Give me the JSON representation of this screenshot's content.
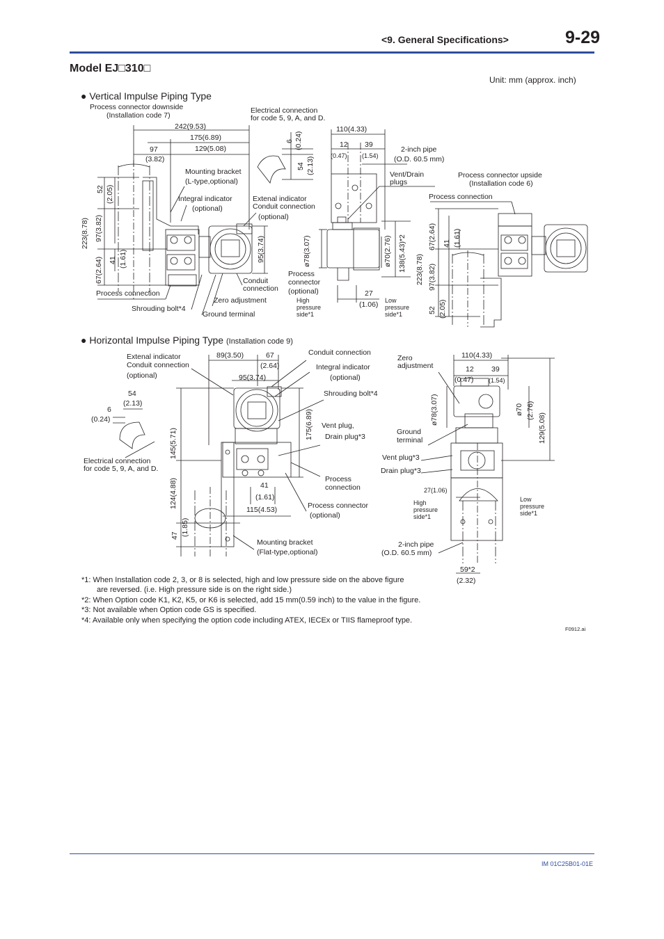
{
  "header": {
    "section": "<9.  General Specifications>",
    "page_number": "9-29"
  },
  "model_title": "Model EJ□310□",
  "unit_note": "Unit: mm (approx. inch)",
  "colors": {
    "accent": "#2e4d9e",
    "text": "#231f20"
  },
  "vertical": {
    "heading": "● Vertical Impulse Piping Type",
    "labels": {
      "proc_down_1": "Process connector downside",
      "proc_down_2": "(Installation code 7)",
      "elec_1": "Electrical connection",
      "elec_2": "for code 5, 9, A, and D.",
      "dim_242": "242(9.53)",
      "dim_175": "175(6.89)",
      "dim_129": "129(5.08)",
      "dim_97": "97",
      "dim_382": "(3.82)",
      "mount_1": "Mounting bracket",
      "mount_2": "(L-type,optional)",
      "integ_1": "Integral indicator",
      "integ_2": "(optional)",
      "ext_1": "Extenal indicator",
      "ext_2": "Conduit connection",
      "ext_3": "(optional)",
      "dim_110": "110(4.33)",
      "dim_12": "12",
      "dim_047": "(0.47)",
      "dim_39": "39",
      "dim_154": "(1.54)",
      "pipe_1": "2-inch pipe",
      "pipe_2": "(O.D. 60.5 mm)",
      "vent_1": "Vent/Drain",
      "vent_2": "plugs",
      "proc_up_1": "Process connector upside",
      "proc_up_2": "(Installation code 6)",
      "proc_conn_r": "Process connection",
      "conduit_1": "Conduit",
      "conduit_2": "connection",
      "proc_conn_l": "Process connection",
      "shroud": "Shrouding bolt*4",
      "zero": "Zero adjustment",
      "ground": "Ground terminal",
      "pconn_1": "Process",
      "pconn_2": "connector",
      "pconn_3": "(optional)",
      "high_1": "High",
      "high_2": "pressure",
      "high_3": "side*1",
      "dim_27": "27",
      "dim_106": "(1.06)",
      "low_1": "Low",
      "low_2": "pressure",
      "low_3": "side*1",
      "v_6": "6",
      "v_024": "(0.24)",
      "v_54": "54",
      "v_213": "(2.13)",
      "v_52": "52",
      "v_205": "(2.05)",
      "v_223": "223(8.78)",
      "v_97382": "97(3.82)",
      "v_67264": "67(2.64)",
      "v_41": "41",
      "v_161": "(1.61)",
      "v_95": "95(3.74)",
      "v_d78": "ø78(3.07)",
      "v_d70": "ø70(2.76)",
      "v_138": "138(5.43)*2",
      "v_223r": "223(8.78)",
      "v_97r": "97(3.82)",
      "v_52r": "52",
      "v_205r": "(2.05)",
      "v_67r": "67(2.64)",
      "v_41r": "41",
      "v_161r": "(1.61)"
    }
  },
  "horizontal": {
    "heading": "● Horizontal Impulse Piping Type",
    "heading_code": "(Installation code 9)",
    "labels": {
      "ext_1": "Extenal indicator",
      "ext_2": "Conduit connection",
      "ext_3": "(optional)",
      "dim_89": "89(3.50)",
      "dim_67": "67",
      "dim_264": "(2.64)",
      "dim_95": "95(3.74)",
      "conduit": "Conduit connection",
      "integ_1": "Integral indicator",
      "integ_2": "(optional)",
      "shroud": "Shrouding bolt*4",
      "dim_54": "54",
      "dim_213": "(2.13)",
      "dim_6": "6",
      "dim_024": "(0.24)",
      "vent_1": "Vent plug,",
      "vent_2": "Drain plug*3",
      "elec_1": "Electrical connection",
      "elec_2": "for code 5, 9, A, and D.",
      "proc_1": "Process",
      "proc_2": "connection",
      "dim_41": "41",
      "dim_161": "(1.61)",
      "pconn_1": "Process connector",
      "pconn_2": "(optional)",
      "dim_115": "115(4.53)",
      "mount_1": "Mounting bracket",
      "mount_2": "(Flat-type,optional)",
      "zero_1": "Zero",
      "zero_2": "adjustment",
      "dim_110": "110(4.33)",
      "dim_12": "12",
      "dim_047": "(0.47)",
      "dim_39": "39",
      "dim_154": "(1.54)",
      "ground_1": "Ground",
      "ground_2": "terminal",
      "ventplug": "Vent plug*3",
      "drainplug": "Drain plug*3",
      "dim_27": "27(1.06)",
      "high_1": "High",
      "high_2": "pressure",
      "high_3": "side*1",
      "low_1": "Low",
      "low_2": "pressure",
      "low_3": "side*1",
      "pipe_1": "2-inch pipe",
      "pipe_2": "(O.D. 60.5 mm)",
      "dim_59": "59*2",
      "dim_232": "(2.32)",
      "v_145": "145(5.71)",
      "v_124": "124(4.88)",
      "v_47": "47",
      "v_185": "(1.85)",
      "v_175": "175(6.89)",
      "v_d78": "ø78(3.07)",
      "v_d70": "ø70",
      "v_276": "(2.76)",
      "v_129": "129(5.08)"
    }
  },
  "notes": [
    "*1:  When Installation code 2, 3, or 8 is selected, high and low pressure side on the above figure",
    "are reversed. (i.e.  High pressure side is on the right side.)",
    "*2:  When Option code K1, K2, K5, or K6 is selected, add 15 mm(0.59 inch) to the value in the figure.",
    "*3:  Not available when Option code GS is specified.",
    "*4:  Available only when specifying the option code including ATEX, IECEx or TIIS flameproof type."
  ],
  "figure_id": "F0912.ai",
  "footer_doc": "IM 01C25B01-01E"
}
